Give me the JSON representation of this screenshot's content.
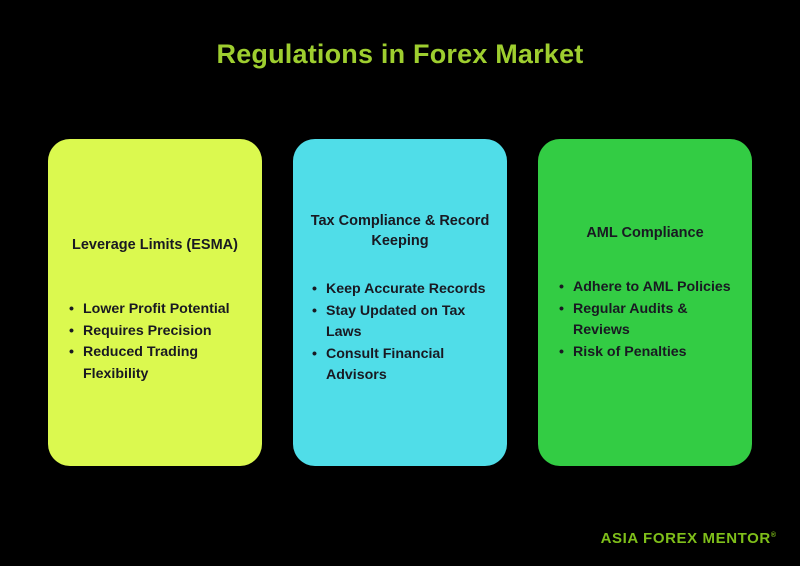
{
  "title": "Regulations in Forex Market",
  "colors": {
    "background": "#000000",
    "title_text": "#9ECE2F",
    "card_text": "#191922",
    "card_1_bg": "#DBF94F",
    "card_2_bg": "#50DDE8",
    "card_3_bg": "#33CC44",
    "brand_text": "#7FBF1A"
  },
  "cards": [
    {
      "heading": "Leverage Limits (ESMA)",
      "bullets": [
        "Lower Profit Potential",
        "Requires Precision",
        "Reduced Trading Flexibility"
      ]
    },
    {
      "heading": "Tax Compliance & Record Keeping",
      "bullets": [
        "Keep Accurate Records",
        "Stay Updated on Tax Laws",
        "Consult Financial Advisors"
      ]
    },
    {
      "heading": "AML Compliance",
      "bullets": [
        "Adhere to AML Policies",
        "Regular Audits & Reviews",
        "Risk of Penalties"
      ]
    }
  ],
  "brand": {
    "name": "ASIA FOREX MENTOR",
    "trademark": "®"
  }
}
